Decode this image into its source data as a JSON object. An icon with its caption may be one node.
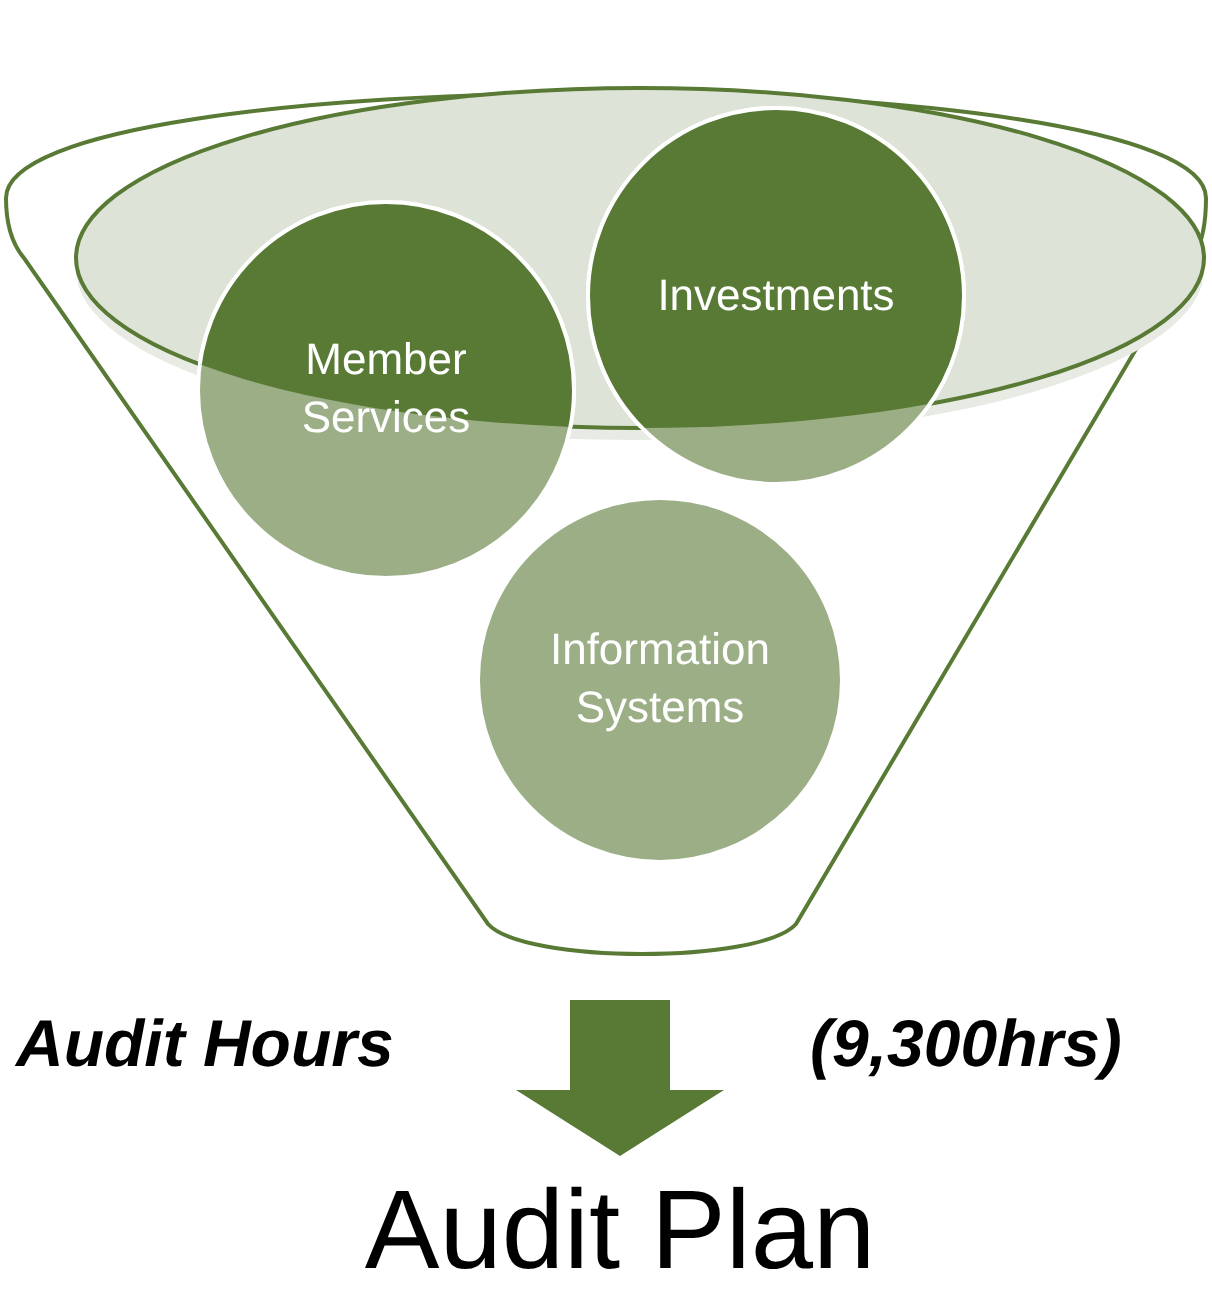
{
  "diagram": {
    "nodes": [
      {
        "text": [],
        "shape": "funnel"
      },
      {
        "text": [
          "Member Services"
        ],
        "in": 0
      },
      {
        "text": [
          "Investments"
        ],
        "in": 0
      },
      {
        "text": [
          "Information Systems"
        ],
        "in": 0
      },
      {
        "text": [
          "Audit Plan"
        ]
      }
    ],
    "edges": [
      {
        "from": 0,
        "to": 4,
        "arrow": "to",
        "style": "thick"
      }
    ],
    "labels": [
      "Audit Hours",
      "(9,300hrs)"
    ]
  }
}
